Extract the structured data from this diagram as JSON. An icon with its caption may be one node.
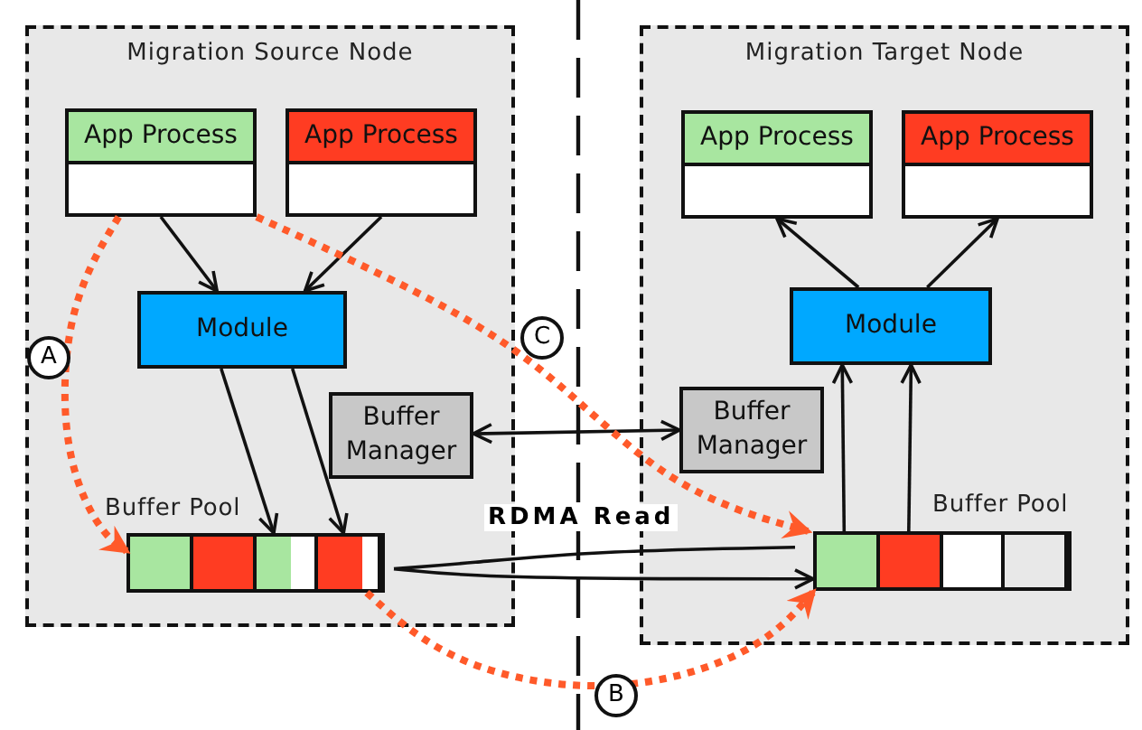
{
  "diagram": {
    "nodes": [
      {
        "text": [
          "Migration Source Node"
        ]
      },
      {
        "text": [
          "App Process"
        ],
        "in": 0
      },
      {
        "text": [
          "App Process"
        ],
        "in": 0
      },
      {
        "text": [
          "Module"
        ],
        "in": 0
      },
      {
        "text": [
          "Buffer Manager"
        ],
        "in": 0
      },
      {
        "text": [
          "Buffer Pool"
        ],
        "in": 0
      },
      {
        "text": [
          "Migration Target Node"
        ]
      },
      {
        "text": [
          "App Process"
        ],
        "in": 6
      },
      {
        "text": [
          "App Process"
        ],
        "in": 6
      },
      {
        "text": [
          "Module"
        ],
        "in": 6
      },
      {
        "text": [
          "Buffer Manager"
        ],
        "in": 6
      },
      {
        "text": [
          "Buffer Pool"
        ],
        "in": 6
      }
    ],
    "edges": [
      {
        "from": 1,
        "to": 3,
        "arrow": "to"
      },
      {
        "from": 2,
        "to": 3,
        "arrow": "to"
      },
      {
        "from": 3,
        "to": 5,
        "arrow": "to"
      },
      {
        "from": 3,
        "to": 5,
        "arrow": "to"
      },
      {
        "from": 9,
        "to": 7,
        "arrow": "to"
      },
      {
        "from": 9,
        "to": 8,
        "arrow": "to"
      },
      {
        "from": 11,
        "to": 9,
        "arrow": "to"
      },
      {
        "from": 11,
        "to": 9,
        "arrow": "to"
      },
      {
        "from": 4,
        "to": 10,
        "arrow": "both"
      },
      {
        "from": 5,
        "to": 11,
        "arrow": "to",
        "label": "RDMA Read"
      },
      {
        "from": 1,
        "to": 5,
        "arrow": "to",
        "label": "A",
        "style": "dashed",
        "color": "#ff5a2a"
      },
      {
        "from": 5,
        "to": 11,
        "arrow": "to",
        "label": "B",
        "style": "dashed",
        "color": "#ff5a2a"
      },
      {
        "from": 1,
        "to": 11,
        "arrow": "to",
        "label": "C",
        "style": "dashed",
        "color": "#ff5a2a"
      }
    ]
  }
}
